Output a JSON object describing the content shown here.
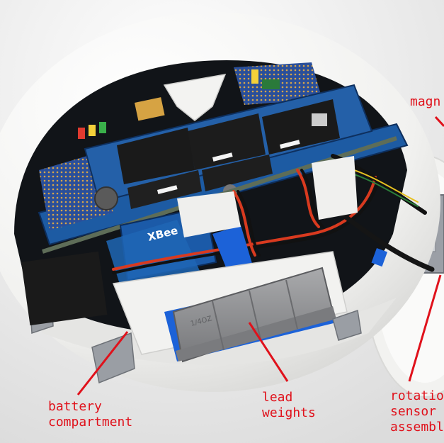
{
  "annotations": {
    "magnet": "magn",
    "battery": [
      "battery",
      "compartment"
    ],
    "lead": [
      "lead",
      "weights"
    ],
    "rotation": [
      "rotatio",
      "sensor",
      "assembl"
    ]
  },
  "board_text": {
    "xbee": "XBee",
    "weight_stamp": "1/4OZ"
  },
  "colors": {
    "annotation": "#e0111b",
    "shell": "#f4f4f2",
    "pcb_blue": "#1e5a9e",
    "lead": "#8f9092",
    "tape": "#1c62d8"
  }
}
